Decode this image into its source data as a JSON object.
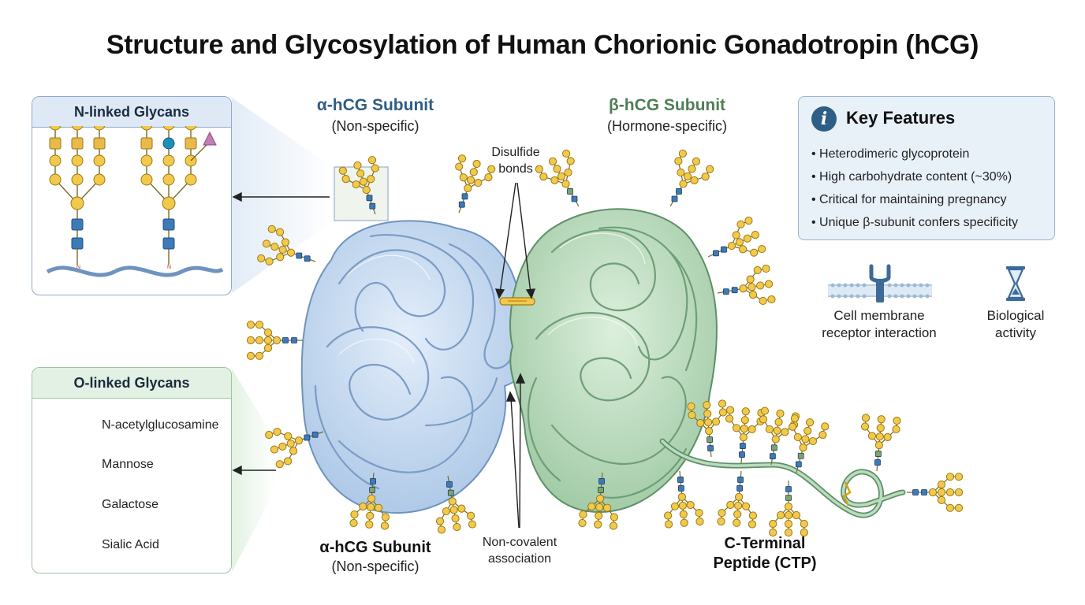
{
  "title": "Structure and Glycosylation of Human Chorionic Gonadotropin (hCG)",
  "n_linked": {
    "heading": "N-linked Glycans",
    "asn_marker": "N"
  },
  "o_linked": {
    "heading": "O-linked Glycans",
    "legend": [
      {
        "label": "N-acetylglucosamine",
        "shape": "circle",
        "color": "#f2c94c"
      },
      {
        "label": "Mannose",
        "shape": "square",
        "color": "#e9b949"
      },
      {
        "label": "Galactose",
        "shape": "square",
        "color": "#3d7ab8"
      },
      {
        "label": "Sialic Acid",
        "shape": "triangle",
        "color": "#c37fb4"
      }
    ]
  },
  "alpha_top": {
    "name": "α-hCG Subunit",
    "note": "(Non-specific)"
  },
  "beta_top": {
    "name": "β-hCG Subunit",
    "note": "(Hormone-specific)"
  },
  "disulfide": {
    "line1": "Disulfide",
    "line2": "bonds"
  },
  "noncovalent": {
    "line1": "Non-covalent",
    "line2": "association"
  },
  "alpha_bottom": {
    "name": "α-hCG Subunit",
    "note": "(Non-specific)"
  },
  "ctp": {
    "line1": "C-Terminal",
    "line2": "Peptide (CTP)"
  },
  "key_features": {
    "heading": "Key Features",
    "icon": "info-icon",
    "items": [
      "• Heterodimeric glycoprotein",
      "• High carbohydrate content (~30%)",
      "• Critical for maintaining pregnancy",
      "• Unique β-subunit confers specificity"
    ]
  },
  "receptor": {
    "line1": "Cell membrane",
    "line2": "receptor interaction",
    "icon": "receptor-icon"
  },
  "bio": {
    "line1": "Biological",
    "line2": "activity",
    "icon": "hourglass-icon"
  },
  "colors": {
    "alpha_fill": "#c9dcf0",
    "alpha_stroke": "#6f93bf",
    "beta_fill": "#bcdcbf",
    "beta_stroke": "#5e9068",
    "glycan_gold": "#f2c94c",
    "glycan_blue": "#3d7ab8",
    "glycan_green": "#7fa36b",
    "sialic": "#c37fb4"
  }
}
